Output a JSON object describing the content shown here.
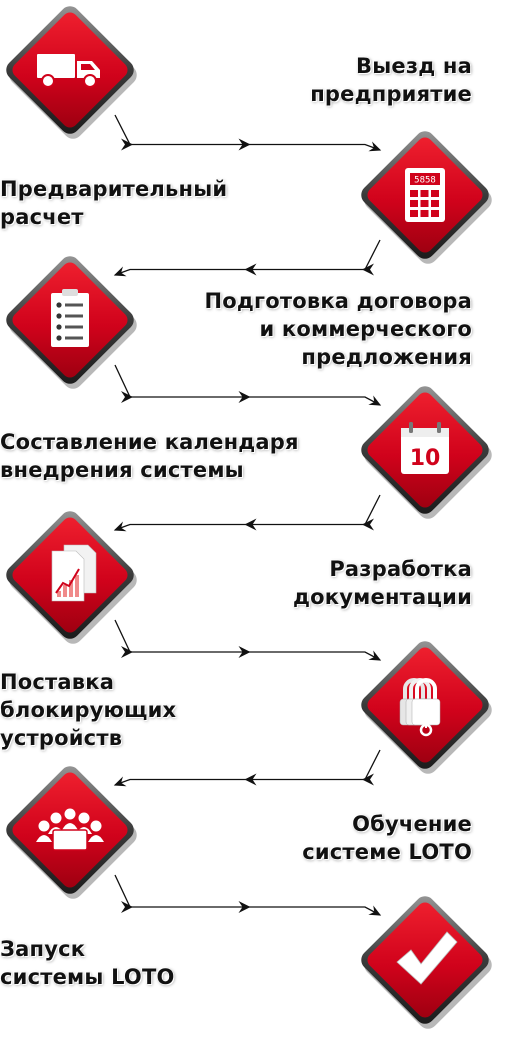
{
  "colors": {
    "diamond_red": "#d0021b",
    "diamond_dark": "#4a4a4a",
    "arrow": "#111111"
  },
  "steps": [
    {
      "label": "Выезд на\nпредприятие",
      "icon": "truck-icon"
    },
    {
      "label": "Предварительный\nрасчет",
      "icon": "calculator-icon",
      "calc_display": "5858"
    },
    {
      "label": "Подготовка  договора\nи коммерческого\nпредложения",
      "icon": "checklist-icon"
    },
    {
      "label": "Составление календаря\nвнедрения системы",
      "icon": "calendar-icon",
      "calendar_day": "10"
    },
    {
      "label": "Разработка\nдокументации",
      "icon": "documents-chart-icon"
    },
    {
      "label": "Поставка\nблокирующих\nустройств",
      "icon": "padlocks-icon"
    },
    {
      "label": "Обучение\nсистеме LOTO",
      "icon": "training-group-icon"
    },
    {
      "label": "Запуск\nсистемы LOTO",
      "icon": "checkmark-icon"
    }
  ]
}
